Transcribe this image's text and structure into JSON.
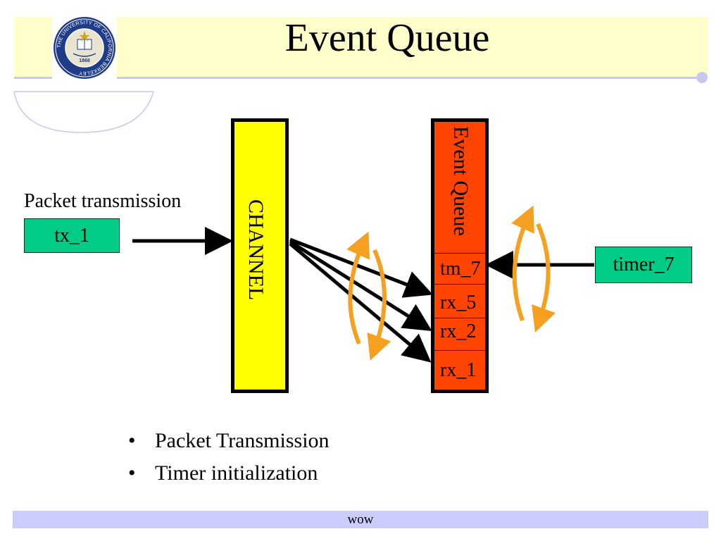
{
  "slide": {
    "title": "Event Queue",
    "footer": "wow"
  },
  "logo": {
    "name": "uc-berkeley-seal-icon",
    "ring_text": "THE UNIVERSITY OF CALIFORNIA BERKELEY",
    "year": "1868",
    "colors": {
      "ring": "#1f3c88",
      "inner": "#e8e4d0",
      "gold": "#c9a227"
    }
  },
  "diagram": {
    "packet_label": "Packet transmission",
    "tx_box": "tx_1",
    "channel_label": "CHANNEL",
    "queue_label": "Event Queue",
    "queue_items": [
      "tm_7",
      "rx_5",
      "rx_2",
      "rx_1"
    ],
    "timer_box": "timer_7",
    "colors": {
      "green_box": "#00cc88",
      "channel": "#ffff00",
      "queue": "#ff4400",
      "cycle_arrow": "#f5a020"
    }
  },
  "bullets": [
    "Packet Transmission",
    "Timer initialization"
  ]
}
